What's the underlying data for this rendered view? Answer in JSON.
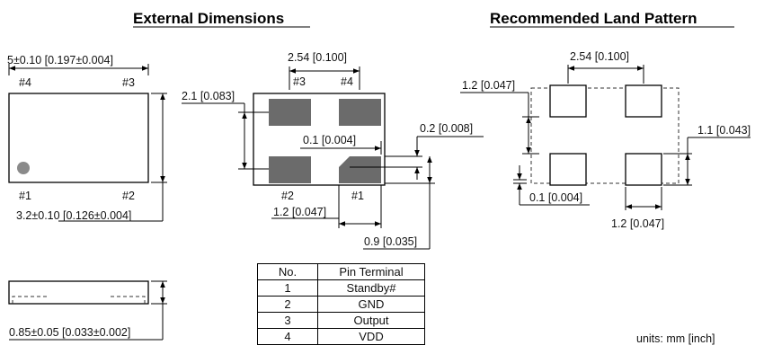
{
  "headings": {
    "external": "External Dimensions",
    "land": "Recommended Land Pattern"
  },
  "top_view": {
    "width_dim": "5±0.10 [0.197±0.004]",
    "height_dim": "3.2±0.10 [0.126±0.004]",
    "pin1": "#1",
    "pin2": "#2",
    "pin3": "#3",
    "pin4": "#4"
  },
  "bottom_view": {
    "pitch": "2.54 [0.100]",
    "pad_pitch_v": "2.1 [0.083]",
    "gap": "0.1 [0.004]",
    "chamfer": "0.2 [0.008]",
    "pad_width": "1.2 [0.047]",
    "pad_height": "0.9 [0.035]",
    "pin1": "#1",
    "pin2": "#2",
    "pin3": "#3",
    "pin4": "#4"
  },
  "side_view": {
    "thickness": "0.85±0.05 [0.033±0.002]"
  },
  "land_pattern": {
    "pitch": "2.54 [0.100]",
    "pad_pitch_v": "1.2 [0.047]",
    "pad_height": "1.1 [0.043]",
    "gap": "0.1 [0.004]",
    "pad_width": "1.2 [0.047]"
  },
  "pin_table": {
    "headers": [
      "No.",
      "Pin Terminal"
    ],
    "rows": [
      [
        "1",
        "Standby#"
      ],
      [
        "2",
        "GND"
      ],
      [
        "3",
        "Output"
      ],
      [
        "4",
        "VDD"
      ]
    ]
  },
  "units": "units:  mm [inch]"
}
